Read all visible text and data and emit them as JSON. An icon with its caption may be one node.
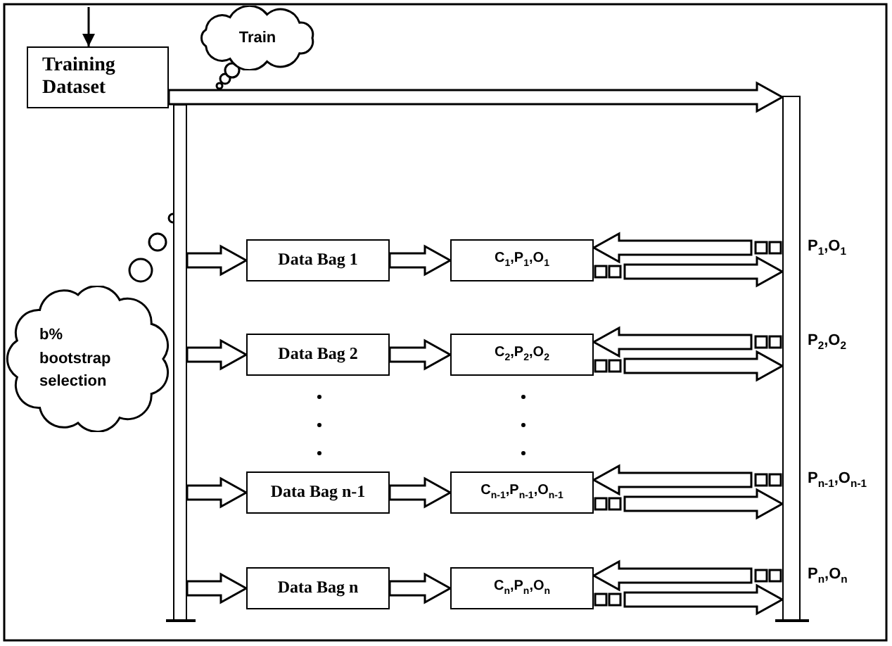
{
  "diagram": {
    "nodes": [
      {
        "text": [
          "Training Dataset"
        ]
      },
      {
        "text": [
          "Train"
        ]
      },
      {
        "text": [
          "b% bootstrap selection"
        ]
      },
      {
        "text": [],
        "shape": "bar"
      },
      {
        "text": [],
        "shape": "bar",
        "beside": [
          "P$_{1}$,O$_{1}$",
          "P$_{2}$,O$_{2}$",
          "P$_{n-1}$,O$_{n-1}$",
          "P$_{n}$,O$_{n}$"
        ]
      },
      {
        "text": [
          "Data Bag 1"
        ]
      },
      {
        "text": [
          "Data Bag 2"
        ]
      },
      {
        "text": [
          "Data Bag n-1"
        ]
      },
      {
        "text": [
          "Data Bag n"
        ]
      },
      {
        "text": [
          "C$_{1}$,P$_{1}$,O$_{1}$"
        ]
      },
      {
        "text": [
          "C$_{2}$,P$_{2}$,O$_{2}$"
        ]
      },
      {
        "text": [
          "C$_{n-1}$,P$_{n-1}$,O$_{n-1}$"
        ]
      },
      {
        "text": [
          "C$_{n}$,P$_{n}$,O$_{n}$"
        ]
      }
    ],
    "edges": [
      {
        "from": null,
        "to": 0,
        "arrow": "to"
      },
      {
        "from": 0,
        "to": 4,
        "arrow": "to",
        "style": "thick"
      },
      {
        "from": 3,
        "to": 5,
        "arrow": "to",
        "style": "thick"
      },
      {
        "from": 3,
        "to": 6,
        "arrow": "to",
        "style": "thick"
      },
      {
        "from": 3,
        "to": 7,
        "arrow": "to",
        "style": "thick"
      },
      {
        "from": 3,
        "to": 8,
        "arrow": "to",
        "style": "thick"
      },
      {
        "from": 5,
        "to": 9,
        "arrow": "to",
        "style": "thick"
      },
      {
        "from": 6,
        "to": 10,
        "arrow": "to",
        "style": "thick"
      },
      {
        "from": 7,
        "to": 11,
        "arrow": "to",
        "style": "thick"
      },
      {
        "from": 8,
        "to": 12,
        "arrow": "to",
        "style": "thick"
      },
      {
        "from": 4,
        "to": 9,
        "arrow": "to",
        "style": "dashed"
      },
      {
        "from": 9,
        "to": 4,
        "arrow": "to",
        "style": "dashed"
      },
      {
        "from": 4,
        "to": 10,
        "arrow": "to",
        "style": "dashed"
      },
      {
        "from": 10,
        "to": 4,
        "arrow": "to",
        "style": "dashed"
      },
      {
        "from": 4,
        "to": 11,
        "arrow": "to",
        "style": "dashed"
      },
      {
        "from": 11,
        "to": 4,
        "arrow": "to",
        "style": "dashed"
      },
      {
        "from": 4,
        "to": 12,
        "arrow": "to",
        "style": "dashed"
      },
      {
        "from": 12,
        "to": 4,
        "arrow": "to",
        "style": "dashed"
      }
    ]
  }
}
